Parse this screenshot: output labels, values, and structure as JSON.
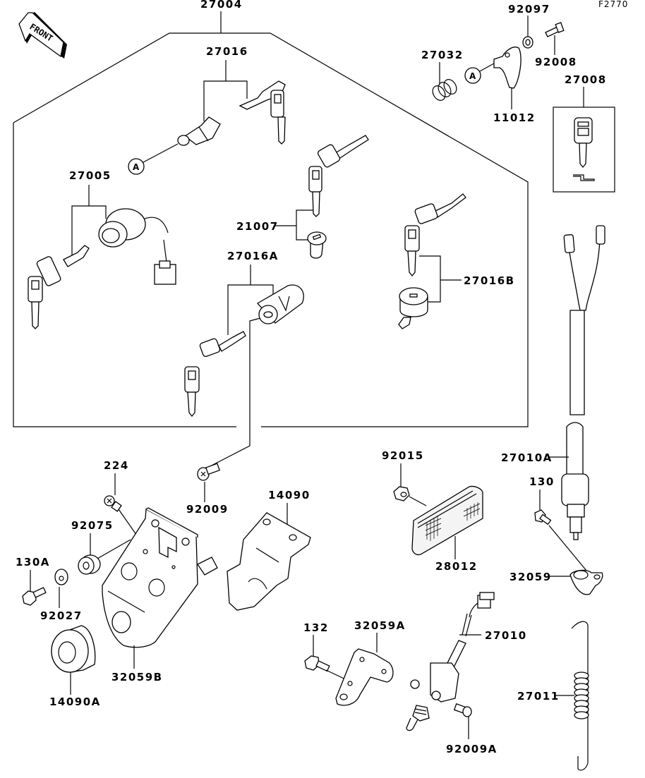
{
  "figure": {
    "id": "F2770",
    "orientation_label": "FRONT",
    "reference_marker": "A"
  },
  "parts": [
    {
      "key": "p27004",
      "number": "27004",
      "description": "assembly group (enclosing outline)"
    },
    {
      "key": "p27016",
      "number": "27016"
    },
    {
      "key": "p27005",
      "number": "27005"
    },
    {
      "key": "p21007",
      "number": "21007"
    },
    {
      "key": "p27016A",
      "number": "27016A"
    },
    {
      "key": "p27016B",
      "number": "27016B"
    },
    {
      "key": "p92097",
      "number": "92097"
    },
    {
      "key": "p92008",
      "number": "92008"
    },
    {
      "key": "p27032",
      "number": "27032"
    },
    {
      "key": "p11012",
      "number": "11012"
    },
    {
      "key": "p27008",
      "number": "27008"
    },
    {
      "key": "p27010A",
      "number": "27010A"
    },
    {
      "key": "p130",
      "number": "130"
    },
    {
      "key": "p32059",
      "number": "32059"
    },
    {
      "key": "p92015",
      "number": "92015"
    },
    {
      "key": "p28012",
      "number": "28012"
    },
    {
      "key": "p224",
      "number": "224"
    },
    {
      "key": "p92009",
      "number": "92009"
    },
    {
      "key": "p14090",
      "number": "14090"
    },
    {
      "key": "p92075",
      "number": "92075"
    },
    {
      "key": "p130A",
      "number": "130A"
    },
    {
      "key": "p92027",
      "number": "92027"
    },
    {
      "key": "p32059B",
      "number": "32059B"
    },
    {
      "key": "p14090A",
      "number": "14090A"
    },
    {
      "key": "p132",
      "number": "132"
    },
    {
      "key": "p32059A",
      "number": "32059A"
    },
    {
      "key": "p27010",
      "number": "27010"
    },
    {
      "key": "p92009A",
      "number": "92009A"
    },
    {
      "key": "p27011",
      "number": "27011"
    }
  ],
  "labels": {
    "p27004": "27004",
    "p27016": "27016",
    "p27005": "27005",
    "p21007": "21007",
    "p27016A": "27016A",
    "p27016B": "27016B",
    "p92097": "92097",
    "p92008": "92008",
    "p27032": "27032",
    "p11012": "11012",
    "p27008": "27008",
    "p27010A": "27010A",
    "p130": "130",
    "p32059": "32059",
    "p92015": "92015",
    "p28012": "28012",
    "p224": "224",
    "p92009": "92009",
    "p14090": "14090",
    "p92075": "92075",
    "p130A": "130A",
    "p92027": "92027",
    "p32059B": "32059B",
    "p14090A": "14090A",
    "p132": "132",
    "p32059A": "32059A",
    "p27010": "27010",
    "p92009A": "92009A",
    "p27011": "27011"
  }
}
